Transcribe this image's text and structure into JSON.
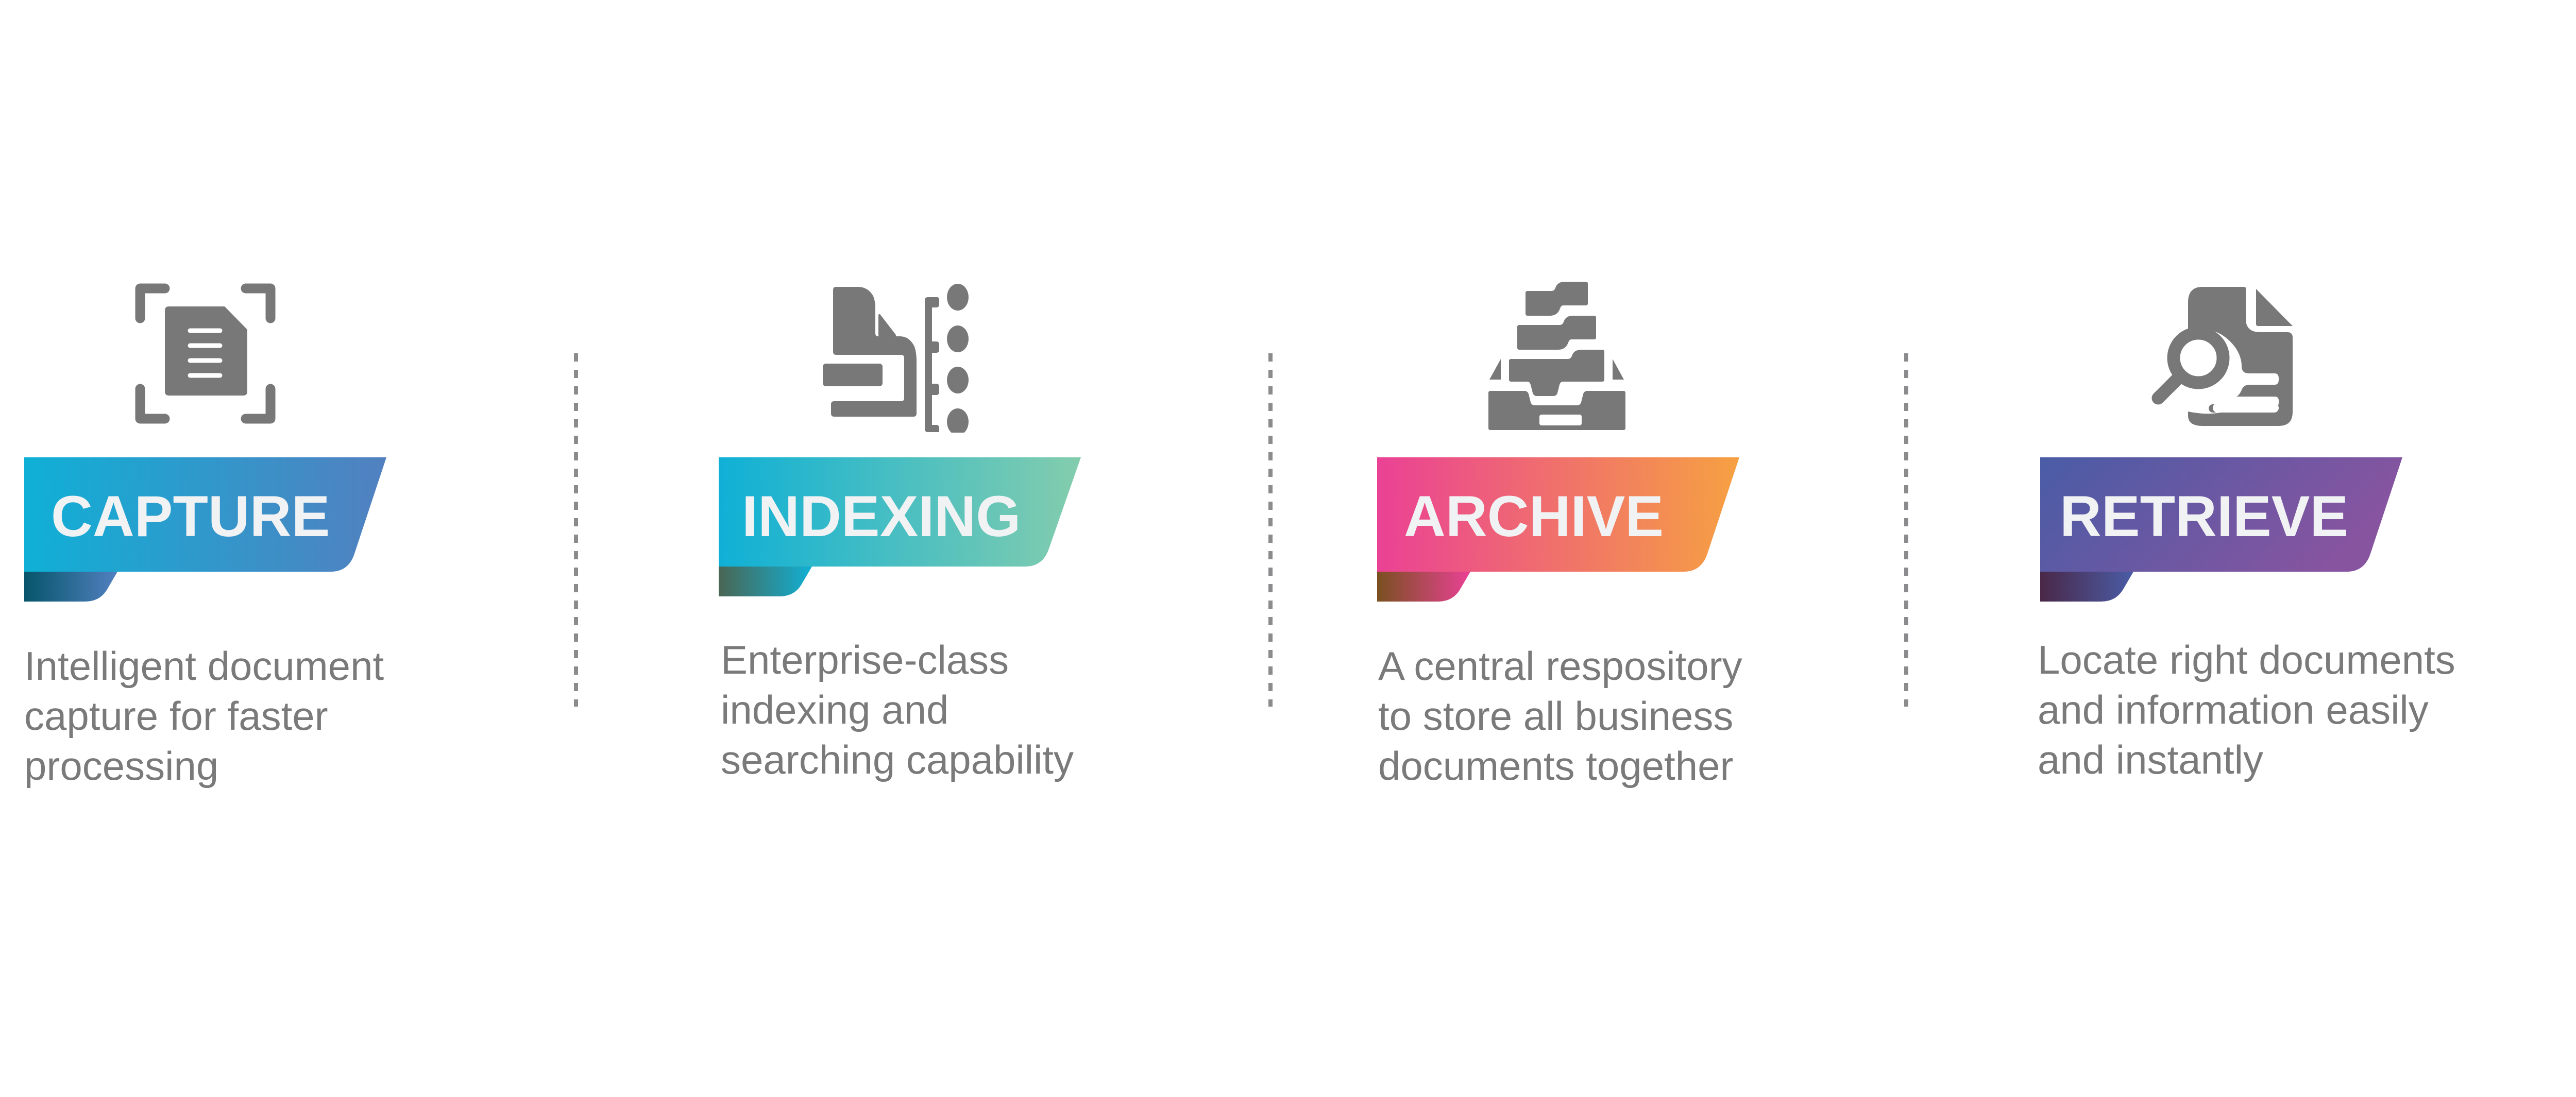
{
  "colors": {
    "icon_gray": "#787878",
    "text_gray": "#7a7a7a",
    "divider_gray": "#8b8b8e",
    "label_text": "#f1f2f4"
  },
  "steps": [
    {
      "id": "capture",
      "icon": "document-scan-icon",
      "label": "CAPTURE",
      "gradient": [
        "#0fb0d6",
        "#5280c0"
      ],
      "tab_gradient": [
        "#06556a",
        "#5280c0"
      ],
      "description": [
        "Intelligent document",
        "capture for faster",
        "processing"
      ]
    },
    {
      "id": "indexing",
      "icon": "document-index-tree-icon",
      "label": "INDEXING",
      "gradient": [
        "#0fb0d6",
        "#84cdad"
      ],
      "tab_gradient": [
        "#4a6653",
        "#11b0d5"
      ],
      "description": [
        "Enterprise-class",
        "indexing and",
        "searching capability"
      ]
    },
    {
      "id": "archive",
      "icon": "archive-drawer-icon",
      "label": "ARCHIVE",
      "gradient": [
        "#ea4195",
        "#f6a142"
      ],
      "tab_gradient": [
        "#7a5020",
        "#ea4195"
      ],
      "description": [
        "A central respository",
        "to store all business",
        "documents together"
      ]
    },
    {
      "id": "retrieve",
      "icon": "document-search-icon",
      "label": "RETRIEVE",
      "gradient": [
        "#4a5ca6",
        "#8754a0"
      ],
      "tab_gradient": [
        "#4a2848",
        "#4a5ca6"
      ],
      "description": [
        "Locate right documents",
        "and information easily",
        "and instantly"
      ]
    }
  ]
}
